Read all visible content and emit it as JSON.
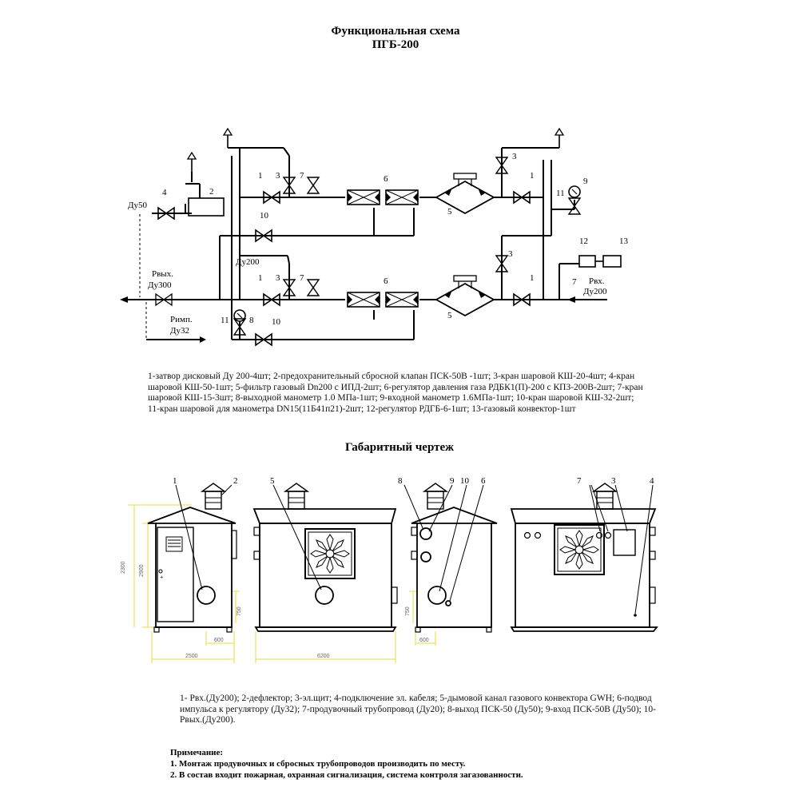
{
  "scheme": {
    "title_line1": "Функциональная схема",
    "title_line2": "ПГБ-200",
    "labels": {
      "n1": "1",
      "n2": "2",
      "n3": "3",
      "n4": "4",
      "n5": "5",
      "n6": "6",
      "n7": "7",
      "n8": "8",
      "n9": "9",
      "n10": "10",
      "n11": "11",
      "n12": "12",
      "n13": "13",
      "du50": "Ду50",
      "du200_mid": "Ду200",
      "p_out": "Рвых.",
      "du300": "Ду300",
      "p_imp": "Римп.",
      "du32": "Ду32",
      "p_in": "Рвх.",
      "du200_in": "Ду200"
    },
    "legend": "1-затвор дисковый Ду 200-4шт; 2-предохранительный сбросной клапан ПСК-50В -1шт; 3-кран шаровой КШ-20-4шт; 4-кран шаровой КШ-50-1шт; 5-фильтр газовый Dn200 с ИПД-2шт; 6-регулятор давления газа РДБК1(П)-200 с КПЗ-200В-2шт; 7-кран шаровой КШ-15-3шт; 8-выходной манометр 1.0 МПа-1шт; 9-входной манометр 1.6МПа-1шт; 10-кран шаровой КШ-32-2шт; 11-кран шаровой для манометра DN15(11Б41п21)-2шт; 12-регулятор РДГБ-6-1шт; 13-газовый конвектор-1шт"
  },
  "drawing": {
    "title": "Габаритный чертеж",
    "labels": {
      "v1_n1": "1",
      "v1_n2": "2",
      "v2_n5": "5",
      "v3_n8": "8",
      "v3_n9": "9",
      "v3_n10": "10",
      "v3_n6": "6",
      "v4_n7": "7",
      "v4_n3": "3",
      "v4_n4": "4"
    },
    "dims": {
      "h_total": "2300",
      "h_body": "2900",
      "h_low": "750",
      "w_low": "600",
      "w_side": "2500",
      "w_front": "6200",
      "h_low2": "750",
      "w_low2": "600"
    },
    "legend": "1- Рвх.(Ду200); 2-дефлектор; 3-эл.щит; 4-подключение эл. кабеля; 5-дымовой канал газового конвектора GWH; 6-подвод импульса к регулятору (Ду32); 7-продувочный трубопровод (Ду20); 8-выход ПСК-50 (Ду50); 9-вход ПСК-50В (Ду50); 10-Рвых.(Ду200)."
  },
  "notes": {
    "heading": "Примечание:",
    "items": [
      "1. Монтаж продувочных и сбросных трубопроводов производить по месту.",
      "2. В состав входит пожарная, охранная сигнализация, система контроля загазованности."
    ]
  }
}
